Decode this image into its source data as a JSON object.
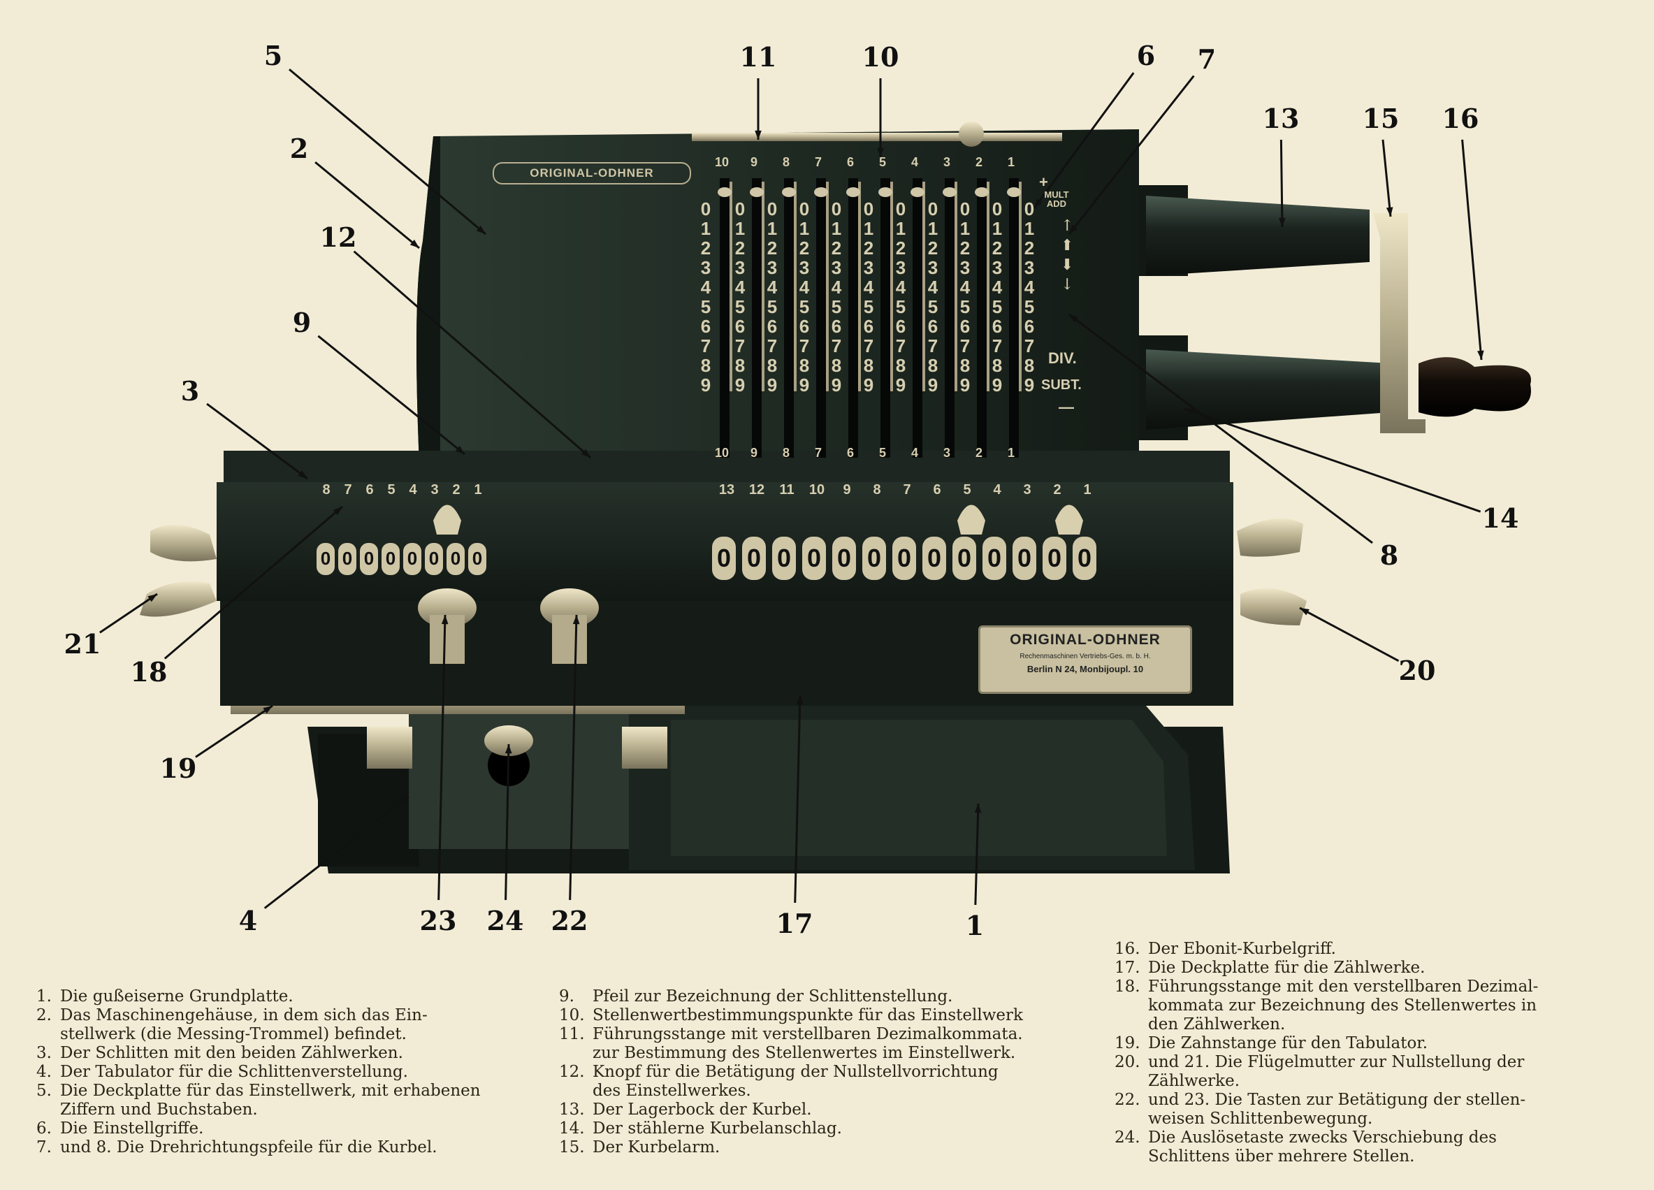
{
  "diagram": {
    "brand_plate_top": "ORIGINAL-ODHNER",
    "brand_plate_front": {
      "title": "ORIGINAL-ODHNER",
      "line2": "Rechenmaschinen Vertriebs-Ges. m. b. H.",
      "line3": "Berlin N 24, Monbijoupl. 10"
    },
    "setting_positions": [
      "10",
      "9",
      "8",
      "7",
      "6",
      "5",
      "4",
      "3",
      "2",
      "1"
    ],
    "setting_digits": [
      "0",
      "1",
      "2",
      "3",
      "4",
      "5",
      "6",
      "7",
      "8",
      "9"
    ],
    "mode_labels": {
      "plus": "+",
      "mult_add": "MULT ADD",
      "div": "DIV.",
      "subt": "SUBT.",
      "minus": "—"
    },
    "left_counter_positions": [
      "8",
      "7",
      "6",
      "5",
      "4",
      "3",
      "2",
      "1"
    ],
    "right_counter_positions": [
      "13",
      "12",
      "11",
      "10",
      "9",
      "8",
      "7",
      "6",
      "5",
      "4",
      "3",
      "2",
      "1"
    ],
    "left_counter_digits": [
      "0",
      "0",
      "0",
      "0",
      "0",
      "0",
      "0",
      "0"
    ],
    "right_counter_digits": [
      "0",
      "0",
      "0",
      "0",
      "0",
      "0",
      "0",
      "0",
      "0",
      "0",
      "0",
      "0",
      "0"
    ],
    "callouts": [
      "1",
      "2",
      "3",
      "4",
      "5",
      "6",
      "7",
      "8",
      "9",
      "10",
      "11",
      "12",
      "13",
      "14",
      "15",
      "16",
      "17",
      "18",
      "19",
      "20",
      "21",
      "22",
      "23",
      "24"
    ]
  },
  "legend": {
    "col1": [
      {
        "num": "1.",
        "lines": [
          "Die gußeiserne Grundplatte."
        ]
      },
      {
        "num": "2.",
        "lines": [
          "Das Maschinengehäuse, in dem sich das Ein-",
          "stellwerk (die Messing-Trommel) befindet."
        ]
      },
      {
        "num": "3.",
        "lines": [
          "Der Schlitten mit den beiden Zählwerken."
        ]
      },
      {
        "num": "4.",
        "lines": [
          "Der Tabulator für die Schlittenverstellung."
        ]
      },
      {
        "num": "5.",
        "lines": [
          "Die Deckplatte für das Einstellwerk, mit erhabenen",
          "Ziffern und Buchstaben."
        ]
      },
      {
        "num": "6.",
        "lines": [
          "Die Einstellgriffe."
        ]
      },
      {
        "num": "7.",
        "lines": [
          "und 8. Die Drehrichtungspfeile für die Kurbel."
        ]
      }
    ],
    "col2": [
      {
        "num": "9.",
        "lines": [
          "Pfeil zur Bezeichnung der Schlittenstellung."
        ]
      },
      {
        "num": "10.",
        "lines": [
          "Stellenwertbestimmungspunkte für das Einstellwerk"
        ]
      },
      {
        "num": "11.",
        "lines": [
          "Führungsstange mit verstellbaren Dezimalkommata.",
          "zur Bestimmung des Stellenwertes im Einstellwerk."
        ]
      },
      {
        "num": "12.",
        "lines": [
          "Knopf für die Betätigung der Nullstellvorrichtung",
          "des Einstellwerkes."
        ]
      },
      {
        "num": "13.",
        "lines": [
          "Der Lagerbock der Kurbel."
        ]
      },
      {
        "num": "14.",
        "lines": [
          "Der stählerne Kurbelanschlag."
        ]
      },
      {
        "num": "15.",
        "lines": [
          "Der Kurbelarm."
        ]
      }
    ],
    "col3": [
      {
        "num": "16.",
        "lines": [
          "Der Ebonit-Kurbelgriff."
        ]
      },
      {
        "num": "17.",
        "lines": [
          "Die Deckplatte für die Zählwerke."
        ]
      },
      {
        "num": "18.",
        "lines": [
          "Führungsstange mit den verstellbaren Dezimal-",
          "kommata zur Bezeichnung des Stellenwertes in",
          "den Zählwerken."
        ]
      },
      {
        "num": "19.",
        "lines": [
          "Die Zahnstange für den Tabulator."
        ]
      },
      {
        "num": "20.",
        "lines": [
          "und 21. Die Flügelmutter zur Nullstellung der",
          "Zählwerke."
        ]
      },
      {
        "num": "22.",
        "lines": [
          "und 23. Die Tasten zur Betätigung der stellen-",
          "weisen Schlittenbewegung."
        ]
      },
      {
        "num": "24.",
        "lines": [
          "Die Auslösetaste zwecks Verschiebung des",
          "Schlittens über mehrere Stellen."
        ]
      }
    ]
  }
}
